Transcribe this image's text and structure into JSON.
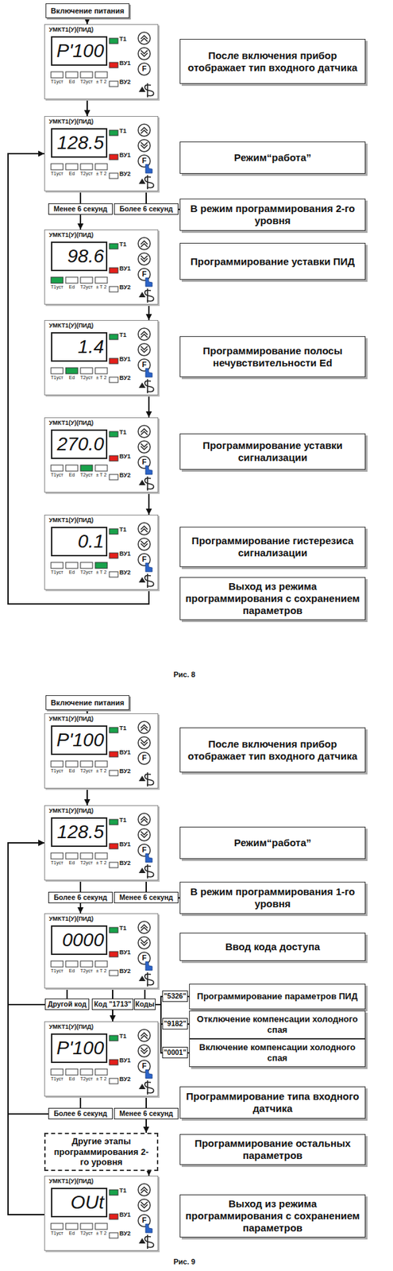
{
  "diagram": {
    "nodes": [
      {
        "text": [
          "Включение питания"
        ]
      },
      {
        "text": [
          "УМКТ1(У)(ПИД)",
          "P'100",
          "T1",
          "ВУ1",
          "F",
          "T1уст",
          "Ed",
          "T2уст",
          "± T 2",
          "ВУ2"
        ]
      },
      {
        "text": [
          "После включения прибор отображает тип входного датчика"
        ]
      },
      {
        "text": [
          "УМКТ1(У)(ПИД)",
          "128.5",
          "T1",
          "ВУ1",
          "F",
          "T1уст",
          "Ed",
          "T2уст",
          "± T 2",
          "ВУ2"
        ]
      },
      {
        "text": [
          "Режим“работа”"
        ]
      },
      {
        "text": [
          "В режим программирования 2-го уровня"
        ]
      },
      {
        "text": [
          "УМКТ1(У)(ПИД)",
          "98.6",
          "T1",
          "ВУ1",
          "F",
          "T1уст",
          "Ed",
          "T2уст",
          "± T 2",
          "ВУ2"
        ]
      },
      {
        "text": [
          "Программирование уставки ПИД"
        ]
      },
      {
        "text": [
          "УМКТ1(У)(ПИД)",
          "1.4",
          "T1",
          "ВУ1",
          "F",
          "T1уст",
          "Ed",
          "T2уст",
          "± T 2",
          "ВУ2"
        ]
      },
      {
        "text": [
          "Программирование полосы нечувствительности Ed"
        ]
      },
      {
        "text": [
          "УМКТ1(У)(ПИД)",
          "270.0",
          "T1",
          "ВУ1",
          "F",
          "T1уст",
          "Ed",
          "T2уст",
          "± T 2",
          "ВУ2"
        ]
      },
      {
        "text": [
          "Программирование уставки сигнализации"
        ]
      },
      {
        "text": [
          "УМКТ1(У)(ПИД)",
          "0.1",
          "T1",
          "ВУ1",
          "F",
          "T1уст",
          "Ed",
          "T2уст",
          "± T 2",
          "ВУ2"
        ]
      },
      {
        "text": [
          "Программирование гистерезиса сигнализации"
        ]
      },
      {
        "text": [
          "Выход из режима программирования с сохранением параметров"
        ]
      },
      {
        "text": [
          "Включение питания"
        ]
      },
      {
        "text": [
          "УМКТ1(У)(ПИД)",
          "P'100",
          "T1",
          "ВУ1",
          "F",
          "T1уст",
          "Ed",
          "T2уст",
          "± T 2",
          "ВУ2"
        ]
      },
      {
        "text": [
          "После включения прибор отображает тип входного датчика"
        ]
      },
      {
        "text": [
          "УМКТ1(У)(ПИД)",
          "128.5",
          "T1",
          "ВУ1",
          "F",
          "T1уст",
          "Ed",
          "T2уст",
          "± T 2",
          "ВУ2"
        ]
      },
      {
        "text": [
          "Режим“работа”"
        ]
      },
      {
        "text": [
          "В режим программирования 1-го уровня"
        ]
      },
      {
        "text": [
          "УМКТ1(У)(ПИД)",
          "0000",
          "T1",
          "ВУ1",
          "F",
          "T1уст",
          "Ed",
          "T2уст",
          "± T 2",
          "ВУ2"
        ]
      },
      {
        "text": [
          "Ввод кода доступа"
        ]
      },
      {
        "text": [
          "Программирование параметров ПИД"
        ]
      },
      {
        "text": [
          "Отключение компенсации холодного спая"
        ]
      },
      {
        "text": [
          "Включение компенсации холодного спая"
        ]
      },
      {
        "text": [
          "УМКТ1(У)(ПИД)",
          "P'100",
          "T1",
          "ВУ1",
          "F",
          "T1уст",
          "Ed",
          "T2уст",
          "± T 2",
          "ВУ2"
        ]
      },
      {
        "text": [
          "Программирование типа входного датчика"
        ]
      },
      {
        "text": [
          "Другие этапы программирования 2-го уровня"
        ]
      },
      {
        "text": [
          "Программирование остальных параметров"
        ]
      },
      {
        "text": [
          "УМКТ1(У)(ПИД)",
          "OUt",
          "T1",
          "ВУ1",
          "F",
          "T1уст",
          "Ed",
          "T2уст",
          "± T 2",
          "ВУ2"
        ]
      },
      {
        "text": [
          "Выход из режима программирования с сохранением параметров"
        ]
      }
    ],
    "edges": [
      {
        "from": 0,
        "to": 1,
        "arrow": "to"
      },
      {
        "from": 1,
        "to": 3,
        "arrow": "to"
      },
      {
        "from": 3,
        "to": 6,
        "label": "Менее 6 секунд",
        "arrow": "to"
      },
      {
        "from": 3,
        "to": 5,
        "label": "Более 6 секунд",
        "arrow": "to"
      },
      {
        "from": 6,
        "to": 8,
        "arrow": "to"
      },
      {
        "from": 8,
        "to": 10,
        "arrow": "to"
      },
      {
        "from": 10,
        "to": 12,
        "arrow": "to"
      },
      {
        "from": 12,
        "to": 3,
        "arrow": "to"
      },
      {
        "from": 15,
        "to": 16,
        "arrow": "to"
      },
      {
        "from": 16,
        "to": 18,
        "arrow": "to"
      },
      {
        "from": 18,
        "to": 21,
        "label": "Более 6 секунд",
        "arrow": "to"
      },
      {
        "from": 18,
        "to": 20,
        "label": "Менее 6 секунд",
        "arrow": "to"
      },
      {
        "from": 21,
        "to": 26,
        "label": "Код \"1713\"",
        "arrow": "to"
      },
      {
        "from": 21,
        "to": 18,
        "label": "Другой код",
        "arrow": "to"
      },
      {
        "from": 21,
        "to": 23,
        "label": "\"5326\"",
        "arrow": "to"
      },
      {
        "from": 21,
        "to": 24,
        "label": "\"9182\"",
        "arrow": "to"
      },
      {
        "from": 21,
        "to": 25,
        "label": "\"0001\"",
        "arrow": "to"
      },
      {
        "from": 26,
        "to": 28,
        "label": "Менее 6 секунд",
        "arrow": "to"
      },
      {
        "from": 26,
        "to": 18,
        "label": "Более 6 секунд",
        "arrow": "to"
      },
      {
        "from": 28,
        "to": 30,
        "arrow": "to"
      },
      {
        "from": 30,
        "to": 18,
        "arrow": "to"
      }
    ],
    "labels": [
      "Коды",
      "Рис. 8",
      "Рис. 9"
    ]
  }
}
